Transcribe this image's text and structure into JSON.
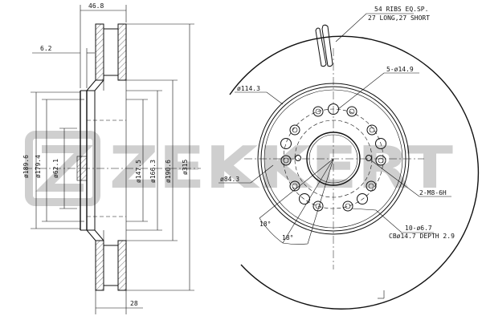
{
  "drawing": {
    "side_view": {
      "dims": {
        "overall_thickness": "46.8",
        "hat_offset": "6.2",
        "outer_dia": "ø315",
        "d1906": "ø190.6",
        "d1663": "ø166.3",
        "d1475": "ø147.5",
        "d1896": "ø189.6",
        "d1794": "ø179.4",
        "d621": "ø62.1",
        "disc_thickness": "28"
      }
    },
    "front_view": {
      "ribs_line1": "54 RIBS EQ.SP.",
      "ribs_line2": "27 LONG,27 SHORT",
      "pcd": "ø114.3",
      "bolt_holes": "5-ø14.9",
      "pilot": "ø84.3",
      "threaded": "2-M8-6H",
      "holes_line1": "10-ø6.7",
      "holes_line2": "CBø14.7 DEPTH 2.9",
      "angle1": "18°",
      "angle2": "18°"
    },
    "watermark": "ZEKKERT"
  }
}
